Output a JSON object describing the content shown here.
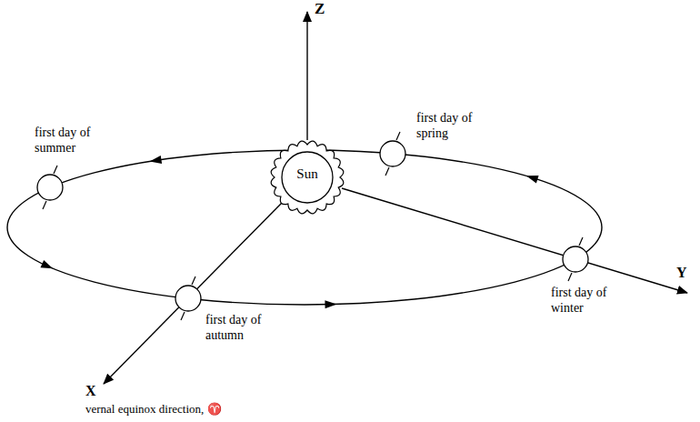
{
  "diagram": {
    "nodes": [
      {
        "text": [
          "Sun"
        ]
      }
    ],
    "labels": [
      "Z",
      "first day of summer",
      "first day of spring",
      "first day of autumn",
      "first day of winter",
      "X",
      "vernal equinox direction, ♈",
      "Y"
    ]
  }
}
